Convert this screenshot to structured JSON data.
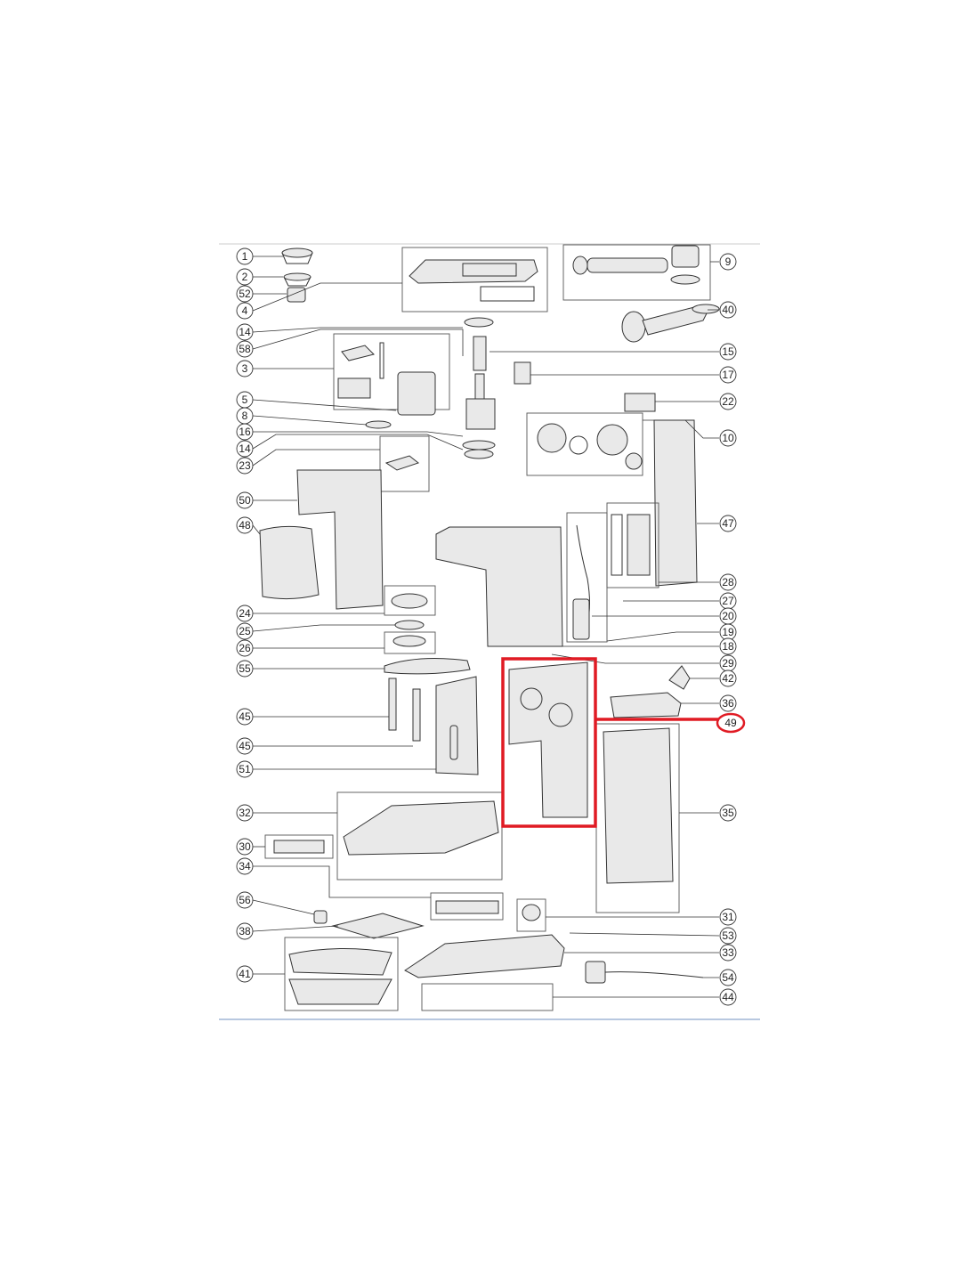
{
  "diagram": {
    "callouts": [
      {
        "id": "c1",
        "label": "1"
      },
      {
        "id": "c2",
        "label": "2"
      },
      {
        "id": "c52",
        "label": "52"
      },
      {
        "id": "c4",
        "label": "4"
      },
      {
        "id": "c14a",
        "label": "14"
      },
      {
        "id": "c58",
        "label": "58"
      },
      {
        "id": "c3",
        "label": "3"
      },
      {
        "id": "c5",
        "label": "5"
      },
      {
        "id": "c8",
        "label": "8"
      },
      {
        "id": "c16",
        "label": "16"
      },
      {
        "id": "c14b",
        "label": "14"
      },
      {
        "id": "c23",
        "label": "23"
      },
      {
        "id": "c50",
        "label": "50"
      },
      {
        "id": "c48",
        "label": "48"
      },
      {
        "id": "c24",
        "label": "24"
      },
      {
        "id": "c25",
        "label": "25"
      },
      {
        "id": "c26",
        "label": "26"
      },
      {
        "id": "c55",
        "label": "55"
      },
      {
        "id": "c45a",
        "label": "45"
      },
      {
        "id": "c45b",
        "label": "45"
      },
      {
        "id": "c51",
        "label": "51"
      },
      {
        "id": "c32",
        "label": "32"
      },
      {
        "id": "c30",
        "label": "30"
      },
      {
        "id": "c34",
        "label": "34"
      },
      {
        "id": "c56",
        "label": "56"
      },
      {
        "id": "c38",
        "label": "38"
      },
      {
        "id": "c41",
        "label": "41"
      },
      {
        "id": "c9",
        "label": "9"
      },
      {
        "id": "c40",
        "label": "40"
      },
      {
        "id": "c15",
        "label": "15"
      },
      {
        "id": "c17",
        "label": "17"
      },
      {
        "id": "c22",
        "label": "22"
      },
      {
        "id": "c10",
        "label": "10"
      },
      {
        "id": "c47",
        "label": "47"
      },
      {
        "id": "c28",
        "label": "28"
      },
      {
        "id": "c27",
        "label": "27"
      },
      {
        "id": "c20",
        "label": "20"
      },
      {
        "id": "c19",
        "label": "19"
      },
      {
        "id": "c18",
        "label": "18"
      },
      {
        "id": "c29",
        "label": "29"
      },
      {
        "id": "c42",
        "label": "42"
      },
      {
        "id": "c36",
        "label": "36"
      },
      {
        "id": "c49",
        "label": "49"
      },
      {
        "id": "c35",
        "label": "35"
      },
      {
        "id": "c31",
        "label": "31"
      },
      {
        "id": "c53",
        "label": "53"
      },
      {
        "id": "c33",
        "label": "33"
      },
      {
        "id": "c54",
        "label": "54"
      },
      {
        "id": "c44",
        "label": "44"
      }
    ],
    "highlighted_part": "49",
    "highlight_color": "#e01b24",
    "line_color": "#333333"
  }
}
